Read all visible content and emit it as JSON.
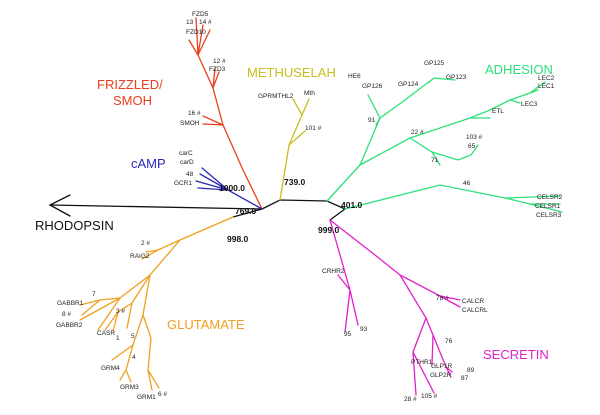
{
  "colors": {
    "frizzled": "#e8401e",
    "methuselah": "#c8be1e",
    "adhesion": "#2ee07a",
    "camp": "#2a2ab8",
    "rhodopsin": "#111111",
    "glutamate": "#f0a020",
    "secretin": "#e020c8"
  },
  "families": {
    "frizzled_line1": "FRIZZLED/",
    "frizzled_line2": "SMOH",
    "methuselah": "METHUSELAH",
    "adhesion": "ADHESION",
    "camp": "cAMP",
    "rhodopsin": "RHODOPSIN",
    "glutamate": "GLUTAMATE",
    "secretin": "SECRETIN"
  },
  "bootstrap": {
    "frizzled": "1000.0",
    "methuselah": "739.0",
    "camp": "769.0",
    "adhesion": "401.0",
    "glutamate": "998.0",
    "secretin": "999.0"
  },
  "leaves": {
    "fzd5": "FZD5",
    "n13": "13",
    "n14": "14 #",
    "fzd10": "FZD10",
    "n12": "12 #",
    "fzd3": "FZD3",
    "n16": "16 #",
    "smoh": "SMOH",
    "gprmthl2": "GPRMTHL2",
    "mth": "Mth",
    "n101": "101 #",
    "he6": "HE6",
    "gp126": "GP126",
    "n91": "91",
    "gp125": "GP125",
    "gp124": "GP124",
    "gp123": "GP123",
    "lec2": "LEC2",
    "lec1": "LEC1",
    "lec3": "LEC3",
    "etl": "ETL",
    "n22": "22 #",
    "n103": "103 #",
    "n65": "65",
    "n71": "71",
    "n46": "46",
    "celsr2": "CELSR2",
    "celsr1": "CELSR1",
    "celsr3": "CELSR3",
    "carc": "carC",
    "card": "carD",
    "n48": "48",
    "gcr1": "GCR1",
    "n2": "2 #",
    "raig2": "RAIG2",
    "n7": "7",
    "gabbr1": "GABBR1",
    "n8": "8 #",
    "gabbr2": "GABBR2",
    "n3": "3 #",
    "casr": "CASR",
    "n1": "1",
    "n5": "5",
    "n4": "4",
    "grm4": "GRM4",
    "grm3": "GRM3",
    "grm1": "GRM1",
    "n6": "6 #",
    "crhr2": "CRHR2",
    "n95": "95",
    "n93": "93",
    "n78": "78 #",
    "calcr": "CALCR",
    "calcrl": "CALCRL",
    "n76": "76",
    "pthr1": "PTHR1",
    "glp1r": "GLP1R",
    "glp2r": "GLP2R",
    "n89": "89",
    "n87": "87",
    "n28": "28 #",
    "n105": "105 #"
  }
}
